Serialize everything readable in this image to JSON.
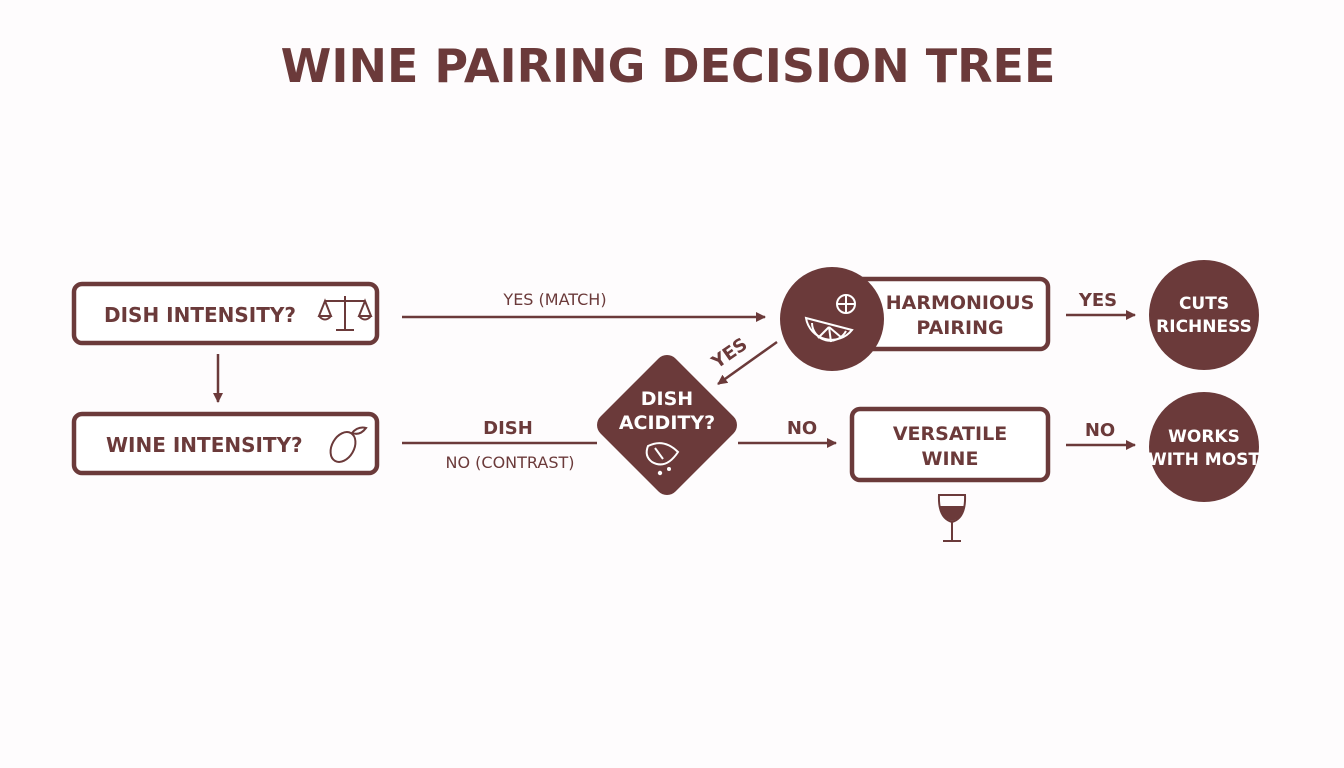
{
  "title": "WINE PAIRING DECISION TREE",
  "colors": {
    "primary": "#6b3a3a",
    "background": "#fefcfd",
    "on_primary": "#ffffff"
  },
  "nodes": {
    "dish_intensity": {
      "label": "DISH INTENSITY?",
      "icon": "balance-scale-icon"
    },
    "wine_intensity": {
      "label": "WINE INTENSITY?",
      "icon": "lemon-icon"
    },
    "dish_acidity": {
      "line1": "DISH",
      "line2": "ACIDITY?",
      "icon": "squeezed-lemon-icon"
    },
    "harmonious": {
      "line1": "HARMONIOUS",
      "line2": "PAIRING",
      "icon": "citrus-slice-icon"
    },
    "versatile": {
      "line1": "VERSATILE",
      "line2": "WINE",
      "icon": "wine-glass-icon"
    },
    "cuts_richness": {
      "line1": "CUTS",
      "line2": "RICHNESS"
    },
    "works_with_most": {
      "line1": "WORKS",
      "line2": "WITH MOST"
    }
  },
  "edges": {
    "yes_match": "YES (MATCH)",
    "dish": "DISH",
    "no_contrast": "NO (CONTRAST)",
    "yes_diag": "YES",
    "no_versatile": "NO",
    "yes_cuts": "YES",
    "no_works": "NO"
  }
}
